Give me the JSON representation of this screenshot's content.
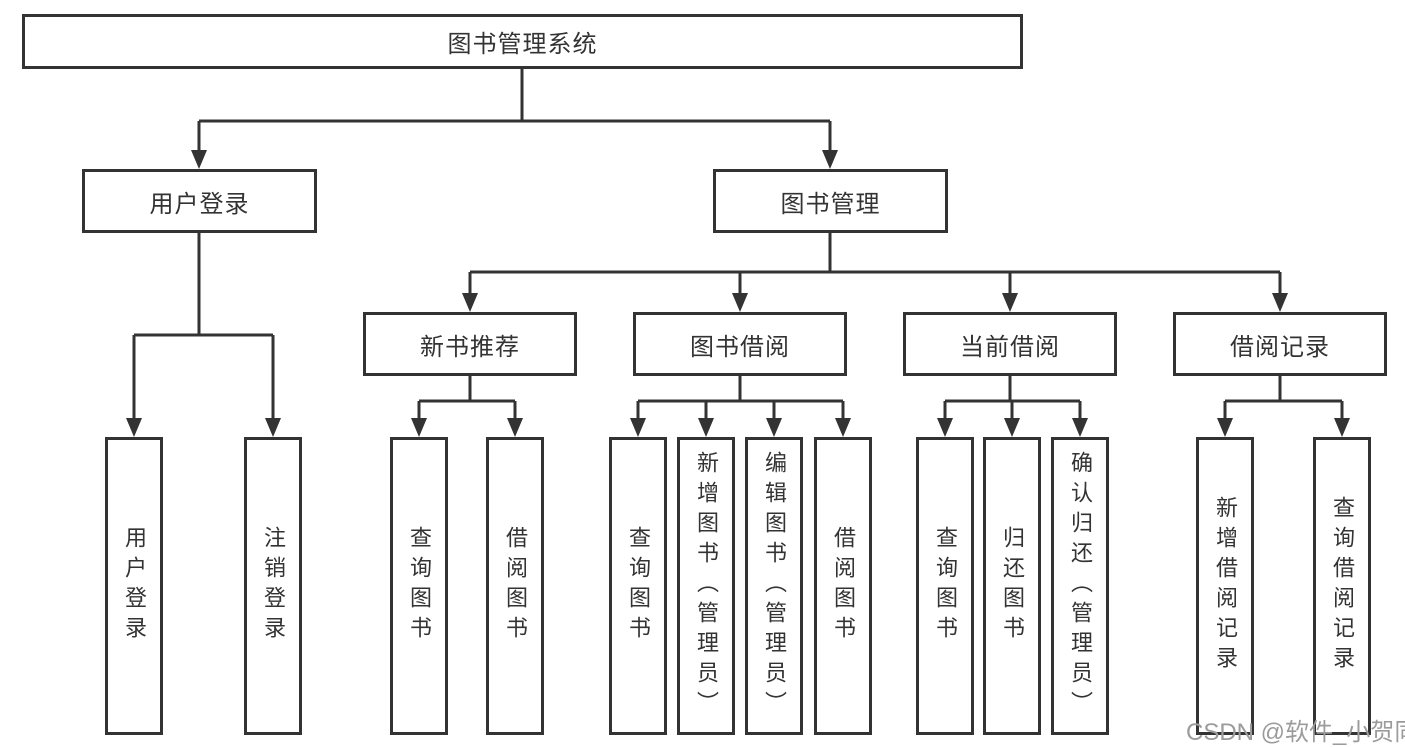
{
  "diagram": {
    "root": "图书管理系统",
    "user_login": {
      "label": "用户登录",
      "children": [
        "用户登录",
        "注销登录"
      ]
    },
    "book_mgmt": {
      "label": "图书管理",
      "groups": [
        {
          "label": "新书推荐",
          "children": [
            "查询图书",
            "借阅图书"
          ]
        },
        {
          "label": "图书借阅",
          "children": [
            "查询图书",
            "新增图书（管理员）",
            "编辑图书（管理员）",
            "借阅图书"
          ]
        },
        {
          "label": "当前借阅",
          "children": [
            "查询图书",
            "归还图书",
            "确认归还（管理员）"
          ]
        },
        {
          "label": "借阅记录",
          "children": [
            "新增借阅记录",
            "查询借阅记录"
          ]
        }
      ]
    }
  },
  "watermark": "CSDN @软件_小贺同学",
  "colors": {
    "line": "#333333",
    "text": "#333333",
    "watermark": "#9b9b9b",
    "background": "#ffffff"
  }
}
